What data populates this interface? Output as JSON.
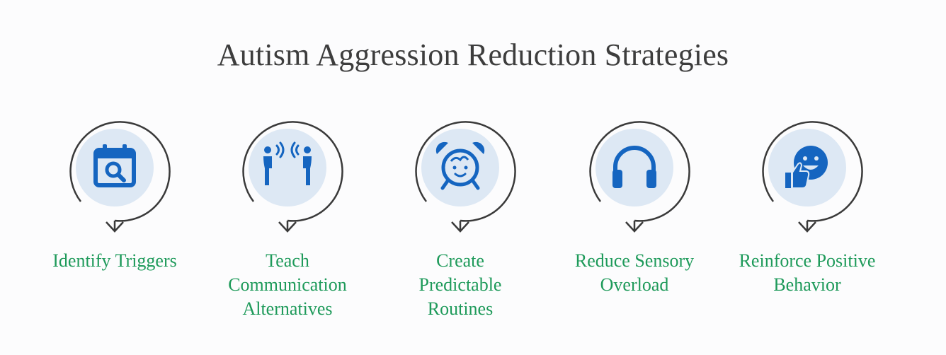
{
  "title": "Autism Aggression Reduction Strategies",
  "colors": {
    "title": "#3d3d3d",
    "label": "#1e9a5a",
    "icon": "#1565c0",
    "icon_bg": "#dde8f4",
    "ring": "#3a3a3a"
  },
  "steps": [
    {
      "label_lines": [
        "Identify Triggers"
      ],
      "icon": "calendar-search-icon"
    },
    {
      "label_lines": [
        "Teach",
        "Communication",
        "Alternatives"
      ],
      "icon": "people-talking-icon"
    },
    {
      "label_lines": [
        "Create",
        "Predictable",
        "Routines"
      ],
      "icon": "alarm-clock-icon"
    },
    {
      "label_lines": [
        "Reduce Sensory",
        "Overload"
      ],
      "icon": "headphones-icon"
    },
    {
      "label_lines": [
        "Reinforce Positive",
        "Behavior"
      ],
      "icon": "smile-thumbs-up-icon"
    }
  ]
}
